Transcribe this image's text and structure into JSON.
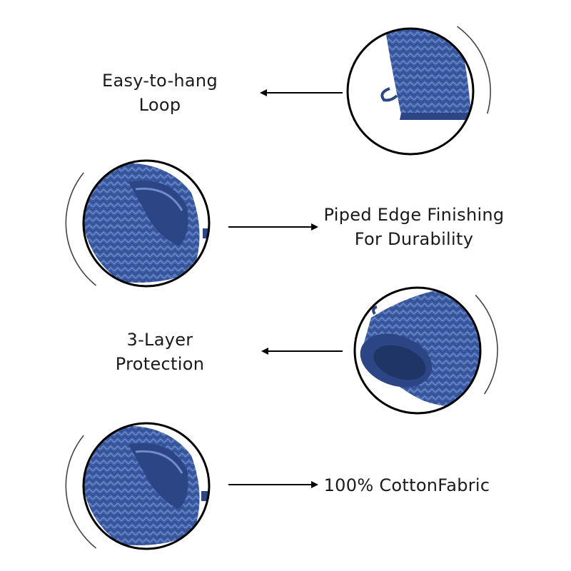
{
  "colors": {
    "background": "#ffffff",
    "text": "#1a1a1a",
    "ring": "#000000",
    "fabric": "#3f5ea8",
    "fabric_dark": "#2c4685",
    "fabric_light": "#6f8cc9"
  },
  "features": [
    {
      "id": "loop",
      "lines": [
        "Easy-to-hang",
        "Loop"
      ],
      "arrow_direction": "left",
      "image_icon": "mitt-cuff-loop-photo"
    },
    {
      "id": "piped-edge",
      "lines": [
        "Piped Edge Finishing",
        "For Durability"
      ],
      "arrow_direction": "right",
      "image_icon": "mitt-piped-edge-photo"
    },
    {
      "id": "layers",
      "lines": [
        "3-Layer",
        "Protection"
      ],
      "arrow_direction": "left",
      "image_icon": "mitt-opening-layers-photo"
    },
    {
      "id": "cotton",
      "lines": [
        "100% CottonFabric"
      ],
      "arrow_direction": "right",
      "image_icon": "mitt-cotton-fabric-photo"
    }
  ]
}
